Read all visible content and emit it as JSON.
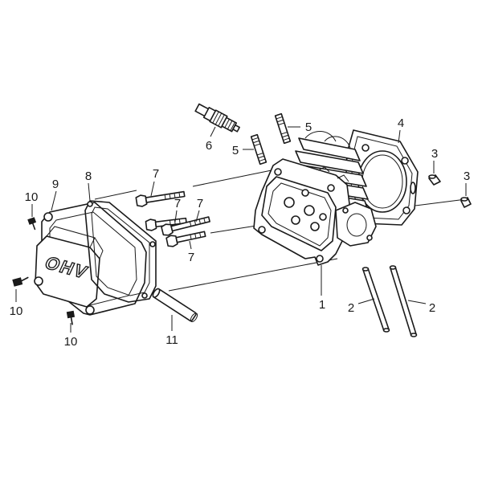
{
  "cover_lettering": "OHV",
  "callouts": {
    "c1": "1",
    "c2a": "2",
    "c2b": "2",
    "c3a": "3",
    "c3b": "3",
    "c4": "4",
    "c5a": "5",
    "c5b": "5",
    "c6": "6",
    "c7a": "7",
    "c7b": "7",
    "c7c": "7",
    "c7d": "7",
    "c8": "8",
    "c9": "9",
    "c10a": "10",
    "c10b": "10",
    "c10c": "10",
    "c11": "11"
  }
}
